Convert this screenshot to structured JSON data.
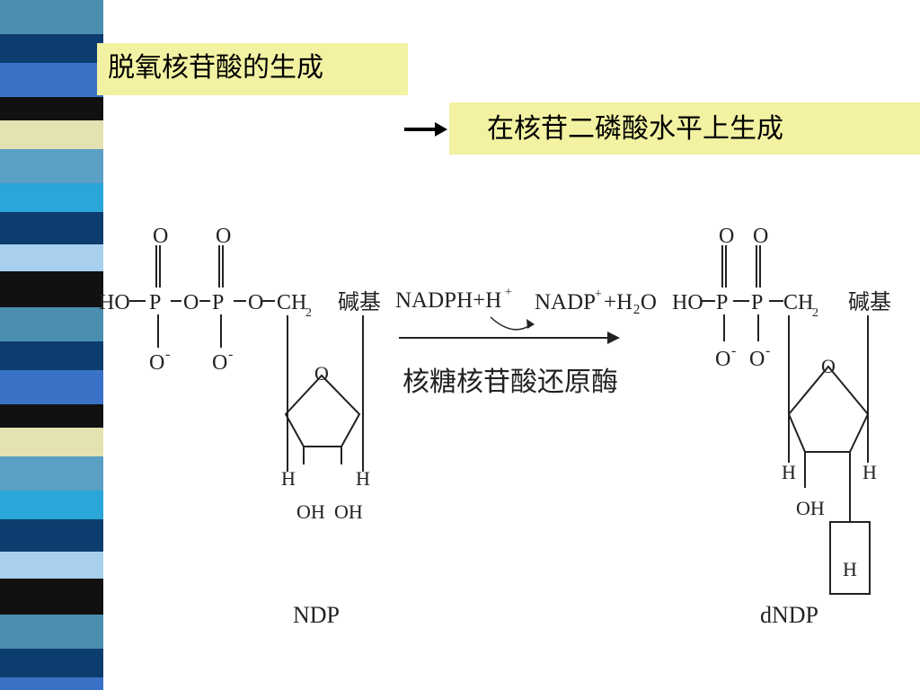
{
  "slide": {
    "title": "脱氧核苷酸的生成",
    "subtitle": "在核苷二磷酸水平上生成",
    "arrow_icon": "right-arrow-icon",
    "colors": {
      "label_bg": "#f2f2a2",
      "enzyme_text": "#b83a3a"
    }
  },
  "diagram": {
    "ndp": {
      "oxygen": "O",
      "ho": "HO",
      "p": "P",
      "ch2": "CH",
      "ch2_sub": "2",
      "o_minus": "O",
      "minus": "-",
      "base": "碱基",
      "ring_o": "O",
      "h": "H",
      "oh": "OH",
      "name": "NDP"
    },
    "reaction": {
      "cofactor_in": "NADPH+H",
      "cofactor_in_sup": "+",
      "cofactor_out": "NADP",
      "cofactor_out_sup": "+",
      "water": "+H₂O",
      "enzyme": "核糖核苷酸还原酶"
    },
    "dndp": {
      "oxygen": "O",
      "ho": "HO",
      "p": "P",
      "ch2": "CH",
      "ch2_sub": "2",
      "o_minus": "O",
      "minus": "-",
      "base": "碱基",
      "ring_o": "O",
      "h": "H",
      "oh": "OH",
      "boxed_h": "H",
      "name": "dNDP"
    }
  }
}
